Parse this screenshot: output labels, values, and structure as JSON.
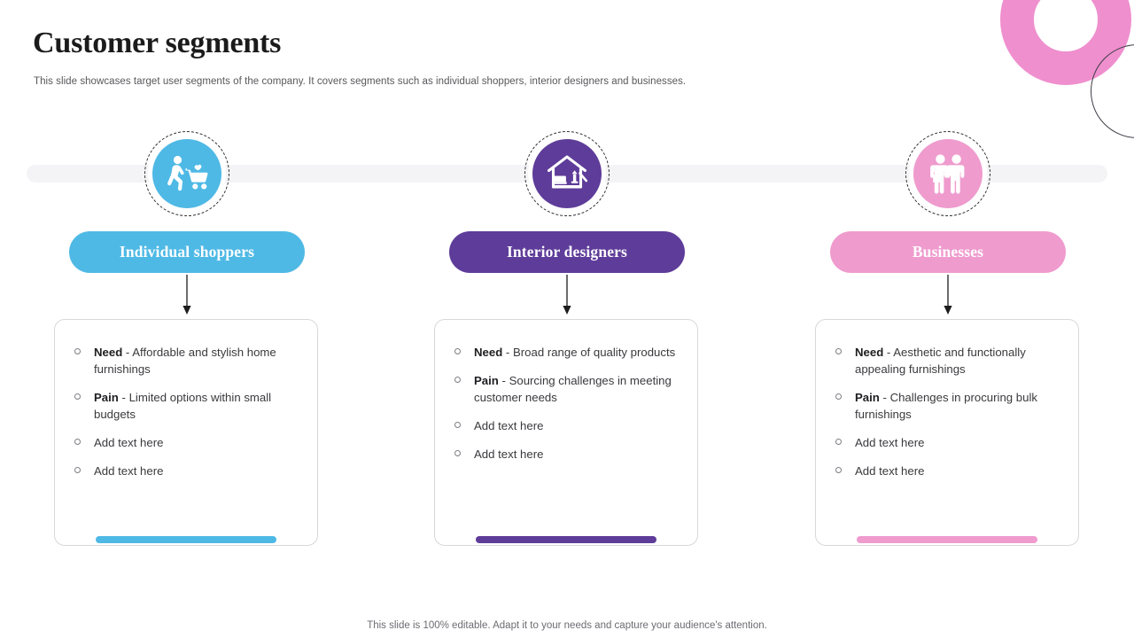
{
  "header": {
    "title": "Customer segments",
    "subtitle": "This slide showcases target user segments of the company. It covers segments such as individual shoppers, interior designers and businesses."
  },
  "footer": {
    "note": "This slide is 100% editable. Adapt it to your needs and capture your audience's attention."
  },
  "theme": {
    "blue": "#4FB9E5",
    "purple": "#5E3C99",
    "pink": "#EF9BCE",
    "rail": "#F4F4F6",
    "card_border": "#D8D8DC",
    "deco_pink": "#EF8FCE",
    "deco_outline": "#3C3C46"
  },
  "columns": [
    {
      "id": "individual-shoppers",
      "label": "Individual shoppers",
      "color": "#4FB9E5",
      "icon": "shopper-cart-icon",
      "items": [
        {
          "strong": "Need",
          "text": " - Affordable and stylish home furnishings"
        },
        {
          "strong": "Pain",
          "text": " - Limited options within small budgets"
        },
        {
          "strong": "",
          "text": "Add text here"
        },
        {
          "strong": "",
          "text": "Add text here"
        }
      ]
    },
    {
      "id": "interior-designers",
      "label": "Interior designers",
      "color": "#5E3C99",
      "icon": "house-furniture-icon",
      "items": [
        {
          "strong": "Need",
          "text": " - Broad range of quality products"
        },
        {
          "strong": "Pain",
          "text": " - Sourcing challenges in meeting customer needs"
        },
        {
          "strong": "",
          "text": "Add text here"
        },
        {
          "strong": "",
          "text": "Add text here"
        }
      ]
    },
    {
      "id": "businesses",
      "label": "Businesses",
      "color": "#EF9BCE",
      "icon": "handshake-business-icon",
      "items": [
        {
          "strong": "Need",
          "text": " - Aesthetic and functionally appealing furnishings"
        },
        {
          "strong": "Pain",
          "text": " - Challenges in procuring bulk furnishings"
        },
        {
          "strong": "",
          "text": "Add text here"
        },
        {
          "strong": "",
          "text": "Add text here"
        }
      ]
    }
  ]
}
